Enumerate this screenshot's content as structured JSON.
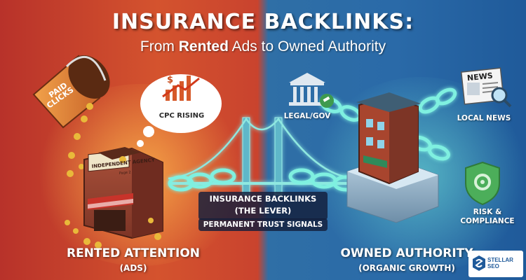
{
  "header": {
    "title": "INSURANCE BACKLINKS:",
    "subtitle_prefix": "From",
    "subtitle_emphasis": "Rented",
    "subtitle_suffix": "Ads to Owned Authority"
  },
  "left_scene": {
    "bucket_label_line1": "PAID",
    "bucket_label_line2": "CLICKS",
    "thought_bubble_text": "CPC RISING",
    "building_sign": "INDEPENDENT AGENCY",
    "building_sign_small": "Page 2",
    "label": "RENTED ATTENTION",
    "sublabel": "(ADS)"
  },
  "center": {
    "lever_line1": "INSURANCE BACKLINKS",
    "lever_line2": "(THE LEVER)",
    "trust_signals": "PERMANENT TRUST SIGNALS"
  },
  "right_scene": {
    "legal_label": "LEGAL/GOV",
    "news_label": "LOCAL NEWS",
    "newspaper_header": "NEWS",
    "risk_label_line1": "RISK &",
    "risk_label_line2": "COMPLIANCE",
    "label": "OWNED AUTHORITY",
    "sublabel": "(ORGANIC GROWTH)"
  },
  "brand": {
    "line1": "STELLAR",
    "line2": "SEO"
  },
  "colors": {
    "left_bg": "#c9432e",
    "right_bg": "#2a6aa8",
    "chain_glow": "#7ff0e0",
    "coin_gold": "#e9b93a",
    "awning_red": "#c8332a"
  }
}
